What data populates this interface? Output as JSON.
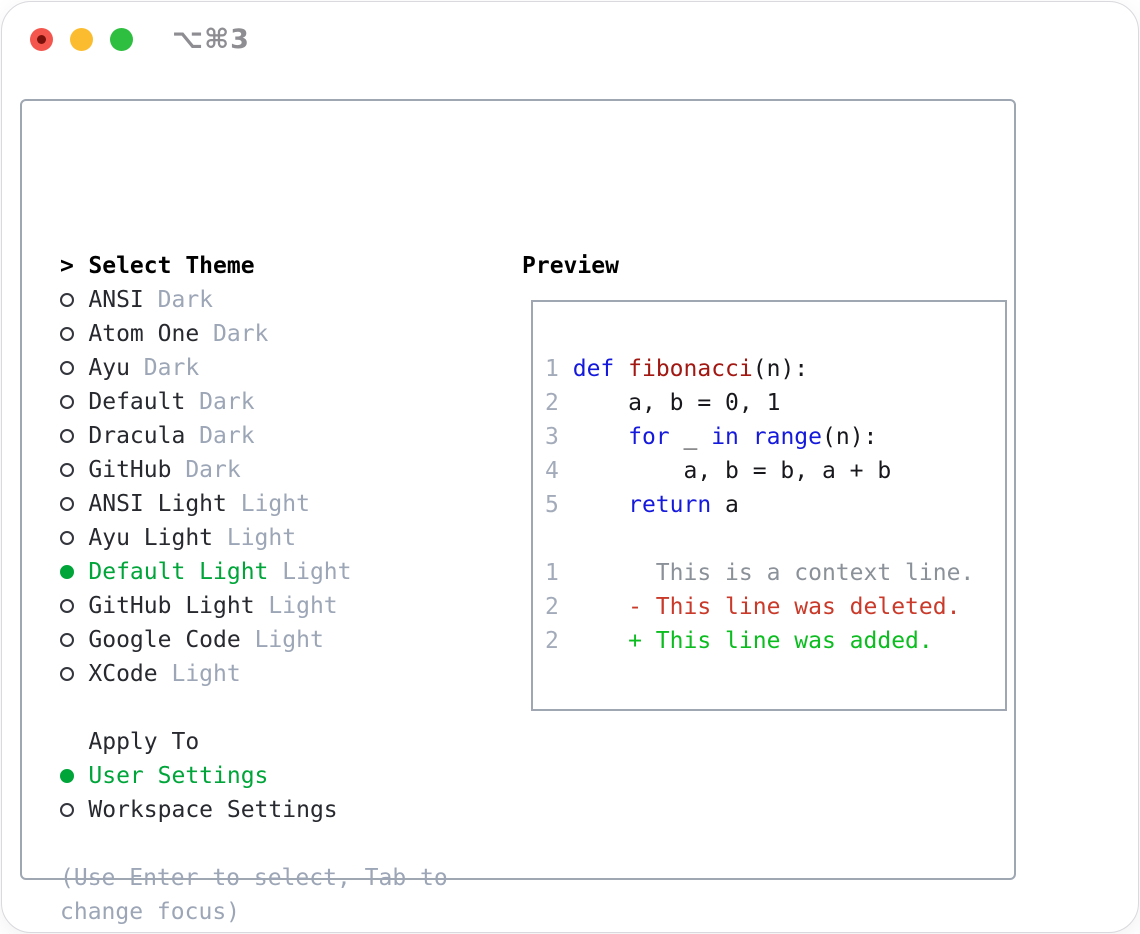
{
  "window": {
    "shortcut": "⌥⌘3",
    "traffic_lights": [
      {
        "name": "close",
        "color": "#f4564e",
        "has_dot": true,
        "dot_color": "#7a120b"
      },
      {
        "name": "minimize",
        "color": "#fbbd2f",
        "has_dot": false,
        "dot_color": ""
      },
      {
        "name": "zoom",
        "color": "#2ebe40",
        "has_dot": false,
        "dot_color": ""
      }
    ]
  },
  "theme_panel": {
    "cursor": ">",
    "title": "Select Theme",
    "items": [
      {
        "name": "ANSI",
        "variant": "Dark",
        "selected": false
      },
      {
        "name": "Atom One",
        "variant": "Dark",
        "selected": false
      },
      {
        "name": "Ayu",
        "variant": "Dark",
        "selected": false
      },
      {
        "name": "Default",
        "variant": "Dark",
        "selected": false
      },
      {
        "name": "Dracula",
        "variant": "Dark",
        "selected": false
      },
      {
        "name": "GitHub",
        "variant": "Dark",
        "selected": false
      },
      {
        "name": "ANSI Light",
        "variant": "Light",
        "selected": false
      },
      {
        "name": "Ayu Light",
        "variant": "Light",
        "selected": false
      },
      {
        "name": "Default Light",
        "variant": "Light",
        "selected": true
      },
      {
        "name": "GitHub Light",
        "variant": "Light",
        "selected": false
      },
      {
        "name": "Google Code",
        "variant": "Light",
        "selected": false
      },
      {
        "name": "XCode",
        "variant": "Light",
        "selected": false
      }
    ]
  },
  "apply_panel": {
    "title": "Apply To",
    "options": [
      {
        "label": "User Settings",
        "selected": true
      },
      {
        "label": "Workspace Settings",
        "selected": false
      }
    ]
  },
  "hint_lines": [
    "(Use Enter to select, Tab to",
    "change focus)"
  ],
  "preview": {
    "title": "Preview",
    "token_legend": {
      "n": "line-number",
      "k": "keyword",
      "f": "function-name",
      "p": "plain-code",
      "c": "context-line",
      "d": "deleted-line",
      "a": "added-line"
    },
    "lines": [
      [
        [
          "n",
          "1"
        ],
        [
          "p",
          " "
        ],
        [
          "k",
          "def"
        ],
        [
          "p",
          " "
        ],
        [
          "f",
          "fibonacci"
        ],
        [
          "p",
          "(n):"
        ]
      ],
      [
        [
          "n",
          "2"
        ],
        [
          "p",
          "     a, b = 0, 1"
        ]
      ],
      [
        [
          "n",
          "3"
        ],
        [
          "p",
          "     "
        ],
        [
          "k",
          "for"
        ],
        [
          "p",
          " _ "
        ],
        [
          "k",
          "in"
        ],
        [
          "p",
          " "
        ],
        [
          "k",
          "range"
        ],
        [
          "p",
          "(n):"
        ]
      ],
      [
        [
          "n",
          "4"
        ],
        [
          "p",
          "         a, b = b, a + b"
        ]
      ],
      [
        [
          "n",
          "5"
        ],
        [
          "p",
          "     "
        ],
        [
          "k",
          "return"
        ],
        [
          "p",
          " a"
        ]
      ],
      [],
      [
        [
          "n",
          "1"
        ],
        [
          "p",
          "       "
        ],
        [
          "c",
          "This is a context line."
        ]
      ],
      [
        [
          "n",
          "2"
        ],
        [
          "p",
          "     "
        ],
        [
          "d",
          "- This line was deleted."
        ]
      ],
      [
        [
          "n",
          "2"
        ],
        [
          "p",
          "     "
        ],
        [
          "a",
          "+ This line was added."
        ]
      ]
    ]
  },
  "colors": {
    "accent_green": "#00a53a",
    "added_green": "#0cbd20",
    "deleted_red": "#c93a2a",
    "keyword_blue": "#1419dc",
    "function_red": "#a11712",
    "code_text": "#17171c",
    "text_dark": "#27292f",
    "muted_gray": "#9ca6b6",
    "line_number_gray": "#a3abba",
    "context_gray": "#8b9199",
    "border_gray": "#9fa7b3"
  }
}
